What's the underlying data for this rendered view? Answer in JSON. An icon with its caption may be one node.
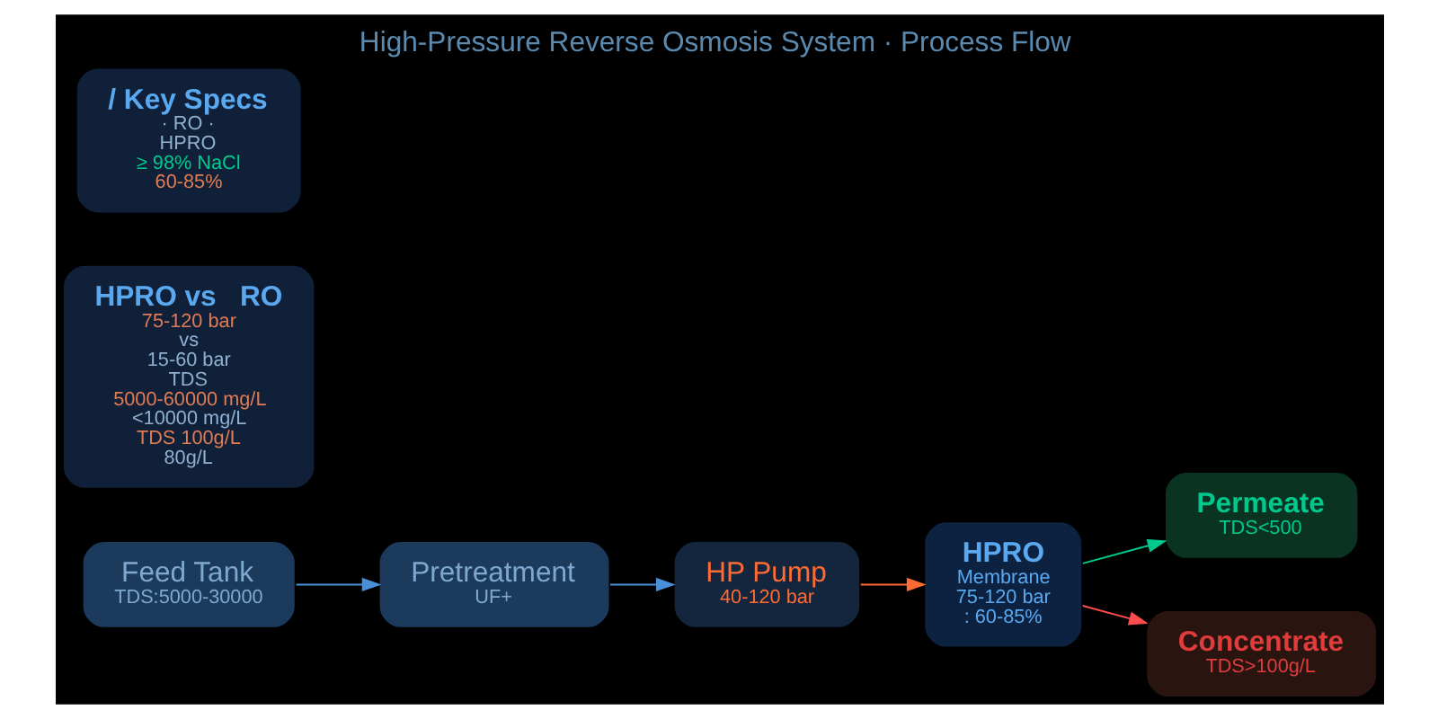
{
  "diagram": {
    "title": "High-Pressure Reverse Osmosis System · Process Flow",
    "nodes": [
      {
        "text": [
          "Feed Tank",
          "TDS:5000-30000"
        ]
      },
      {
        "text": [
          "Pretreatment",
          "UF+"
        ]
      },
      {
        "text": [
          "HP Pump",
          "40-120 bar"
        ]
      },
      {
        "text": [
          "HPRO",
          "Membrane",
          "75-120 bar",
          ": 60-85%"
        ]
      },
      {
        "text": [
          "Permeate",
          "TDS<500"
        ]
      },
      {
        "text": [
          "Concentrate",
          "TDS>100g/L"
        ]
      },
      {
        "text": [
          "HPRO vs   RO",
          "75-120 bar",
          "vs",
          "15-60 bar",
          "TDS",
          "5000-60000 mg/L",
          "<10000 mg/L",
          "TDS 100g/L",
          "80g/L"
        ]
      },
      {
        "text": [
          "/ Key Specs",
          "· RO ·",
          "HPRO",
          "≥ 98% NaCl",
          "60-85%"
        ]
      }
    ],
    "edges": [
      {
        "from": 0,
        "to": 1,
        "arrow": "to"
      },
      {
        "from": 1,
        "to": 2,
        "arrow": "to"
      },
      {
        "from": 2,
        "to": 3,
        "arrow": "to",
        "color": "#ff6b35"
      },
      {
        "from": 3,
        "to": 4,
        "arrow": "to",
        "color": "#00c98d"
      },
      {
        "from": 3,
        "to": 5,
        "arrow": "to",
        "color": "#ff4d4d"
      }
    ]
  }
}
